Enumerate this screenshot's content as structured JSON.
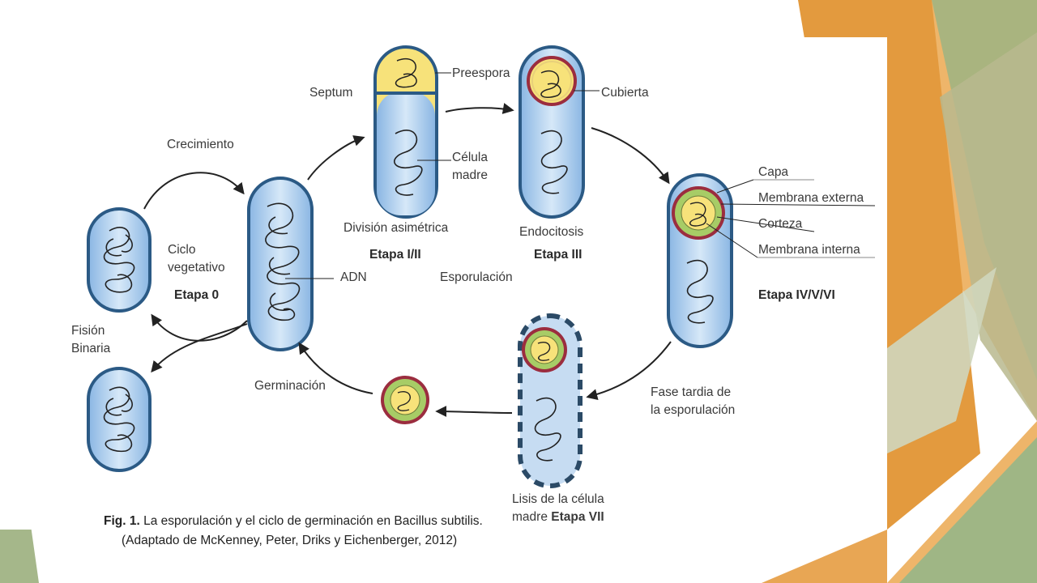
{
  "diagram": {
    "nodes": {
      "stage0_cell": "Ciclo vegetativo",
      "growing_cell": "ADN",
      "asymmetric_cell": "División asimétrica",
      "endocytosis_cell": "Endocitosis",
      "spore_cell": "Etapa IV/V/VI",
      "lysis_cell": "Lisis de la célula madre Etapa VII",
      "free_spore": "Germinación"
    },
    "edges": [
      {
        "from": "stage0_cell",
        "to": "growing_cell",
        "label": "Crecimiento"
      },
      {
        "from": "growing_cell",
        "to": "asymmetric_cell",
        "label": ""
      },
      {
        "from": "asymmetric_cell",
        "to": "endocytosis_cell",
        "label": ""
      },
      {
        "from": "endocytosis_cell",
        "to": "spore_cell",
        "label": ""
      },
      {
        "from": "spore_cell",
        "to": "lysis_cell",
        "label": "Fase tardia de la esporulación"
      },
      {
        "from": "lysis_cell",
        "to": "free_spore",
        "label": ""
      },
      {
        "from": "free_spore",
        "to": "growing_cell",
        "label": "Germinación"
      },
      {
        "from": "growing_cell",
        "to": "stage0_cell",
        "label": "Fisión Binaria"
      }
    ]
  },
  "labels": {
    "crecimiento": "Crecimiento",
    "ciclo": "Ciclo\nvegetativo",
    "etapa0": "Etapa 0",
    "fision": "Fisión\nBinaria",
    "adn": "ADN",
    "septum": "Septum",
    "preespora": "Preespora",
    "celula_madre": "Célula\nmadre",
    "division": "División asimétrica",
    "etapa12": "Etapa I/II",
    "esporulacion": "Esporulación",
    "cubierta": "Cubierta",
    "endocitosis": "Endocitosis",
    "etapa3": "Etapa III",
    "capa": "Capa",
    "membrana_externa": "Membrana externa",
    "corteza": "Corteza",
    "membrana_interna": "Membrana interna",
    "etapa456": "Etapa IV/V/VI",
    "fase_tardia": "Fase tardia de\nla esporulación",
    "germinacion": "Germinación",
    "lisis": "Lisis de la célula",
    "madre": "madre",
    "etapa7": "Etapa VII"
  },
  "caption": {
    "fig": "Fig. 1.",
    "line1": "La esporulación y el ciclo de germinación en Bacillus subtilis.",
    "line2": "(Adaptado de McKenney, Peter, Driks y Eichenberger, 2012)"
  },
  "colors": {
    "cell_fill": "#a9cdef",
    "cell_stroke": "#2b5a85",
    "spore_yellow": "#f7e27a",
    "cortex_green": "#a7cc66",
    "coat_red": "#9b2d3f",
    "accent_orange": "#e49a3c",
    "accent_green": "#a5b78a"
  }
}
